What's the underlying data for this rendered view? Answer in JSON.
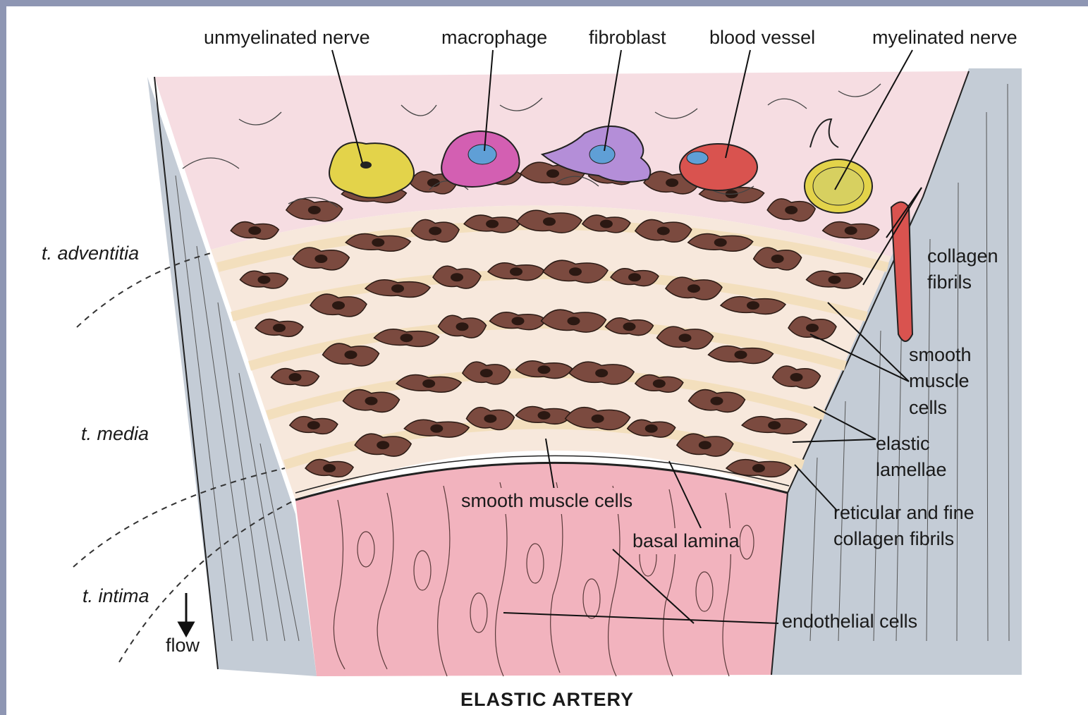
{
  "title": "ELASTIC ARTERY",
  "top_labels": {
    "unmyelinated_nerve": "unmyelinated nerve",
    "macrophage": "macrophage",
    "fibroblast": "fibroblast",
    "blood_vessel": "blood vessel",
    "myelinated_nerve": "myelinated nerve"
  },
  "layer_labels": {
    "adventitia": "t. adventitia",
    "media": "t. media",
    "intima": "t. intima",
    "flow": "flow"
  },
  "right_labels": {
    "collagen_fibrils": "collagen\nfibrils",
    "smooth_muscle_cells": "smooth\nmuscle\ncells",
    "elastic_lamellae": "elastic\nlamellae",
    "reticular_fibrils": "reticular and fine\ncollagen fibrils",
    "endothelial_cells": "endothelial cells"
  },
  "center_labels": {
    "smooth_muscle_cells": "smooth muscle cells",
    "basal_lamina": "basal lamina"
  },
  "colors": {
    "adventitia": "#f6dde2",
    "intima": "#f2b3be",
    "side": "#c4ccd6",
    "cell": "#7b4a3f",
    "lamella": "#f6e6cc",
    "blood": "#d9534f",
    "nerve": "#e3d34a",
    "macro": "#d35fb2",
    "fibro": "#b48ed8",
    "nucleus": "#5f9fd6"
  }
}
